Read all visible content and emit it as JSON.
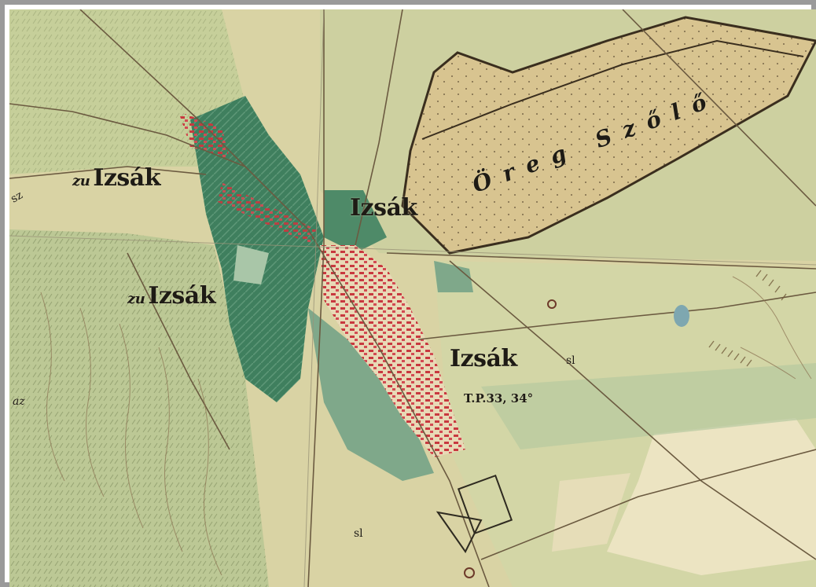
{
  "map": {
    "colors": {
      "paper": "#d9d3a4",
      "meadow": "#c7cf97",
      "pasture_hatch": "#b8c48f",
      "vineyard": "#d8c490",
      "garden_green": "#3f7f5e",
      "garden_light": "#7fa88a",
      "settlement_red": "#c8383f",
      "road": "#6b5a40",
      "sand": "#ece4c2",
      "relief": "#7a5a3a"
    },
    "labels": {
      "zu_izsak_top": {
        "prefix": "zu",
        "name": "Izsák"
      },
      "zu_izsak_mid": {
        "prefix": "zu",
        "name": "Izsák"
      },
      "izsak_north": "Izsák",
      "izsak_east": "Izsák",
      "oreg_szolo": "Öreg Szőlő",
      "trig_point": "T.P.33, 34°",
      "left_edge": "sz",
      "margin_left": "az",
      "field_num_1": "sl",
      "field_num_2": "sl"
    }
  }
}
